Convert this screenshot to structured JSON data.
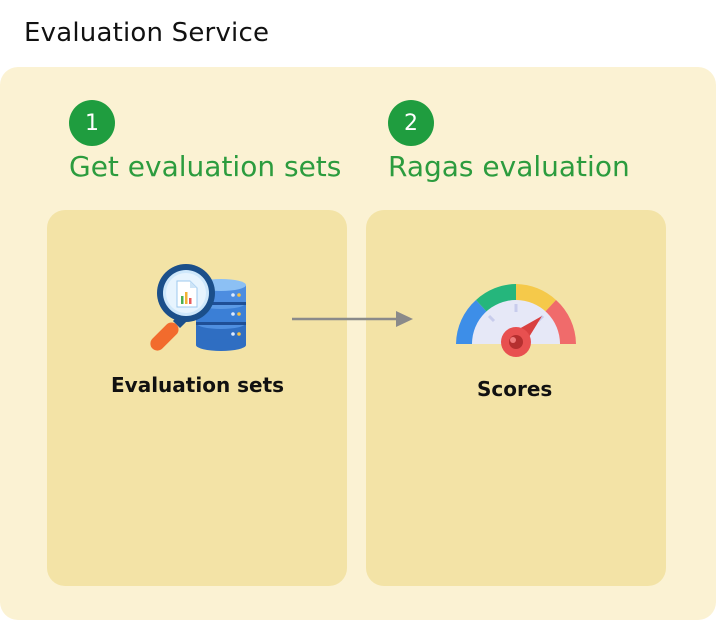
{
  "diagram": {
    "title": "Evaluation Service",
    "steps": [
      {
        "number": "1",
        "title": "Get evaluation sets",
        "node_label": "Evaluation sets",
        "icon": "magnifier-database-icon"
      },
      {
        "number": "2",
        "title": "Ragas evaluation",
        "node_label": "Scores",
        "icon": "gauge-meter-icon"
      }
    ],
    "colors": {
      "background": "#fbf2d3",
      "panel": "#f3e3a6",
      "accent_green": "#1f9d3f",
      "arrow": "#8a8a8a"
    }
  }
}
